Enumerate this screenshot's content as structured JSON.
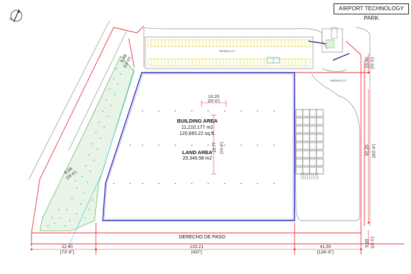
{
  "title": "AIRPORT TECHNOLOGY PARK",
  "building": {
    "heading": "BUILDING AREA",
    "area_m2": "11,210.177 m2",
    "area_sqft": "120,665.22 sq.ft."
  },
  "land": {
    "heading": "LAND AREA",
    "area_m2": "20,346.58 m2"
  },
  "road_label": "DERECHO DE PASO",
  "parking_label": "PARKING LOT",
  "dimensions": {
    "top_center": "10.20",
    "top_center_ft": "[33'-6\"]",
    "center_vertical": "22.77",
    "center_vertical_ft": "[74'-8\"]",
    "left_top": "5.49",
    "left_top_ft": "[18'-0\"]",
    "left_mid": "9.04",
    "left_mid_ft": "[29'-8\"]",
    "right_top": "23.00",
    "right_top_ft": "[75'-5\"]",
    "right_mid": "92.20",
    "right_mid_ft": "[302'-6\"]",
    "right_bottom": "5.00",
    "right_bottom_ft": "[16'-5\"]",
    "bottom_left": "22.40",
    "bottom_left_ft": "[73'-6\"]",
    "bottom_center": "133.21",
    "bottom_center_ft": "[437']",
    "bottom_right": "41.00",
    "bottom_right_ft": "[134'-6\"]"
  },
  "colors": {
    "property_line": "#e8303a",
    "building_outline": "#2a2ab0",
    "landscape": "#5cb85c",
    "parking": "#d8d000",
    "columns": "#d040c0"
  },
  "icons": [
    "north-arrow-icon"
  ]
}
